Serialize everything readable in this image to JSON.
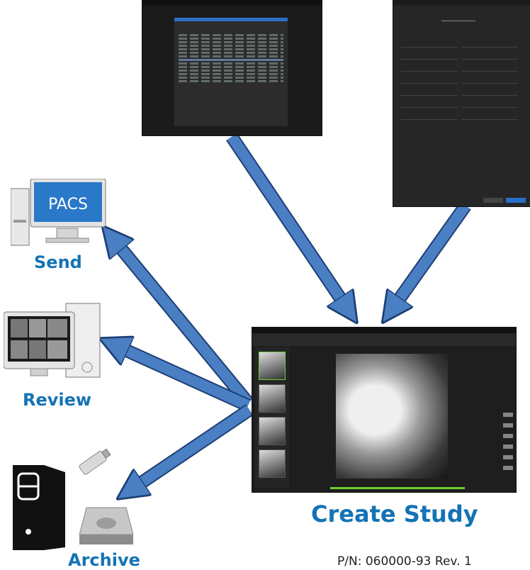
{
  "labels": {
    "send": "Send",
    "review": "Review",
    "archive": "Archive",
    "create_study": "Create Study",
    "part_number": "P/N: 060000-93 Rev. 1",
    "pacs_screen": "PACS"
  },
  "colors": {
    "label_blue": "#1473b5",
    "arrow_fill": "#4a7fc4",
    "arrow_stroke": "#1d3f73",
    "screen_dark": "#1e1e1e",
    "progress_green": "#6fcf35"
  },
  "icons": [
    "pacs-computer-icon",
    "review-workstation-icon",
    "archive-tower-icon",
    "usb-drive-icon",
    "optical-drive-icon"
  ]
}
